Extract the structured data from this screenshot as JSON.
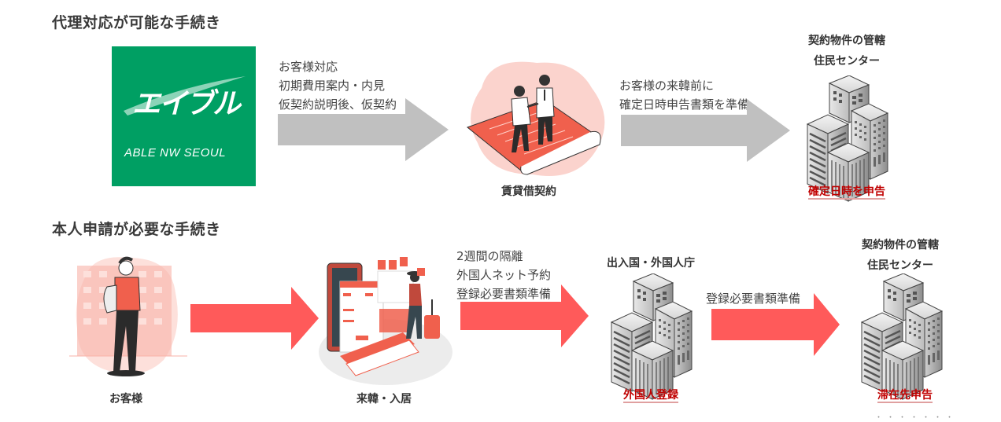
{
  "sections": [
    {
      "title": "代理対応が可能な手続き",
      "logo": {
        "kana": "エイブル",
        "name": "ABLE NW SEOUL",
        "color": "#009f63"
      },
      "arrow1_text": [
        "お客様対応",
        "初期費用案内・内見",
        "仮契約説明後、仮契約"
      ],
      "node1_label": "賃貸借契約",
      "arrow2_text": [
        "お客様の来韓前に",
        "確定日時申告書類を準備"
      ],
      "node2_title": [
        "契約物件の管轄",
        "住民センター"
      ],
      "node2_link": "確定日時を申告",
      "arrow_color": "#c0c0c0"
    },
    {
      "title": "本人申請が必要な手続き",
      "node1_label": "お客様",
      "node2_label": "来韓・入居",
      "arrow2_text": [
        "2週間の隔離",
        "外国人ネット予約",
        "登録必要書類準備"
      ],
      "node3_title": "出入国・外国人庁",
      "node3_link": "外国人登録",
      "arrow3_text": "登録必要書類準備",
      "node4_title": [
        "契約物件の管轄",
        "住民センター"
      ],
      "node4_link": "滞在先申告",
      "arrow_color": "#ff5a5a"
    }
  ],
  "colors": {
    "link": "#c00000",
    "illustration_accent": "#f0604d",
    "blob": "#fbd3cd"
  },
  "footer_partial": "・・・・・・・"
}
